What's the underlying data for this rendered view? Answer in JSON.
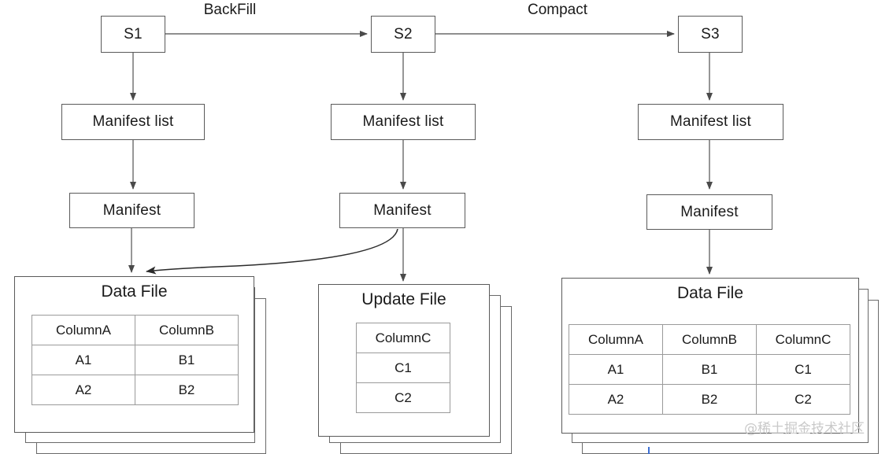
{
  "diagram": {
    "title": "Iceberg table snapshot evolution",
    "colors": {
      "stroke": "#5a5a5a",
      "stroke_light": "#9a9a9a",
      "text": "#1a1a1a",
      "watermark": "#c9c9c9",
      "accent": "#3b6fd4"
    },
    "edge_labels": [
      {
        "name": "backfill",
        "text": "BackFill"
      },
      {
        "name": "compact",
        "text": "Compact"
      }
    ],
    "columns": [
      {
        "snapshot": "S1",
        "manifest_list": "Manifest list",
        "manifest": "Manifest",
        "file": {
          "title": "Data File",
          "headers": [
            "ColumnA",
            "ColumnB"
          ],
          "rows": [
            [
              "A1",
              "B1"
            ],
            [
              "A2",
              "B2"
            ]
          ]
        }
      },
      {
        "snapshot": "S2",
        "manifest_list": "Manifest list",
        "manifest": "Manifest",
        "file": {
          "title": "Update File",
          "headers": [
            "ColumnC"
          ],
          "rows": [
            [
              "C1"
            ],
            [
              "C2"
            ]
          ]
        }
      },
      {
        "snapshot": "S3",
        "manifest_list": "Manifest list",
        "manifest": "Manifest",
        "file": {
          "title": "Data File",
          "headers": [
            "ColumnA",
            "ColumnB",
            "ColumnC"
          ],
          "rows": [
            [
              "A1",
              "B1",
              "C1"
            ],
            [
              "A2",
              "B2",
              "C2"
            ]
          ]
        }
      }
    ],
    "watermark": "@稀土掘金技术社区"
  }
}
